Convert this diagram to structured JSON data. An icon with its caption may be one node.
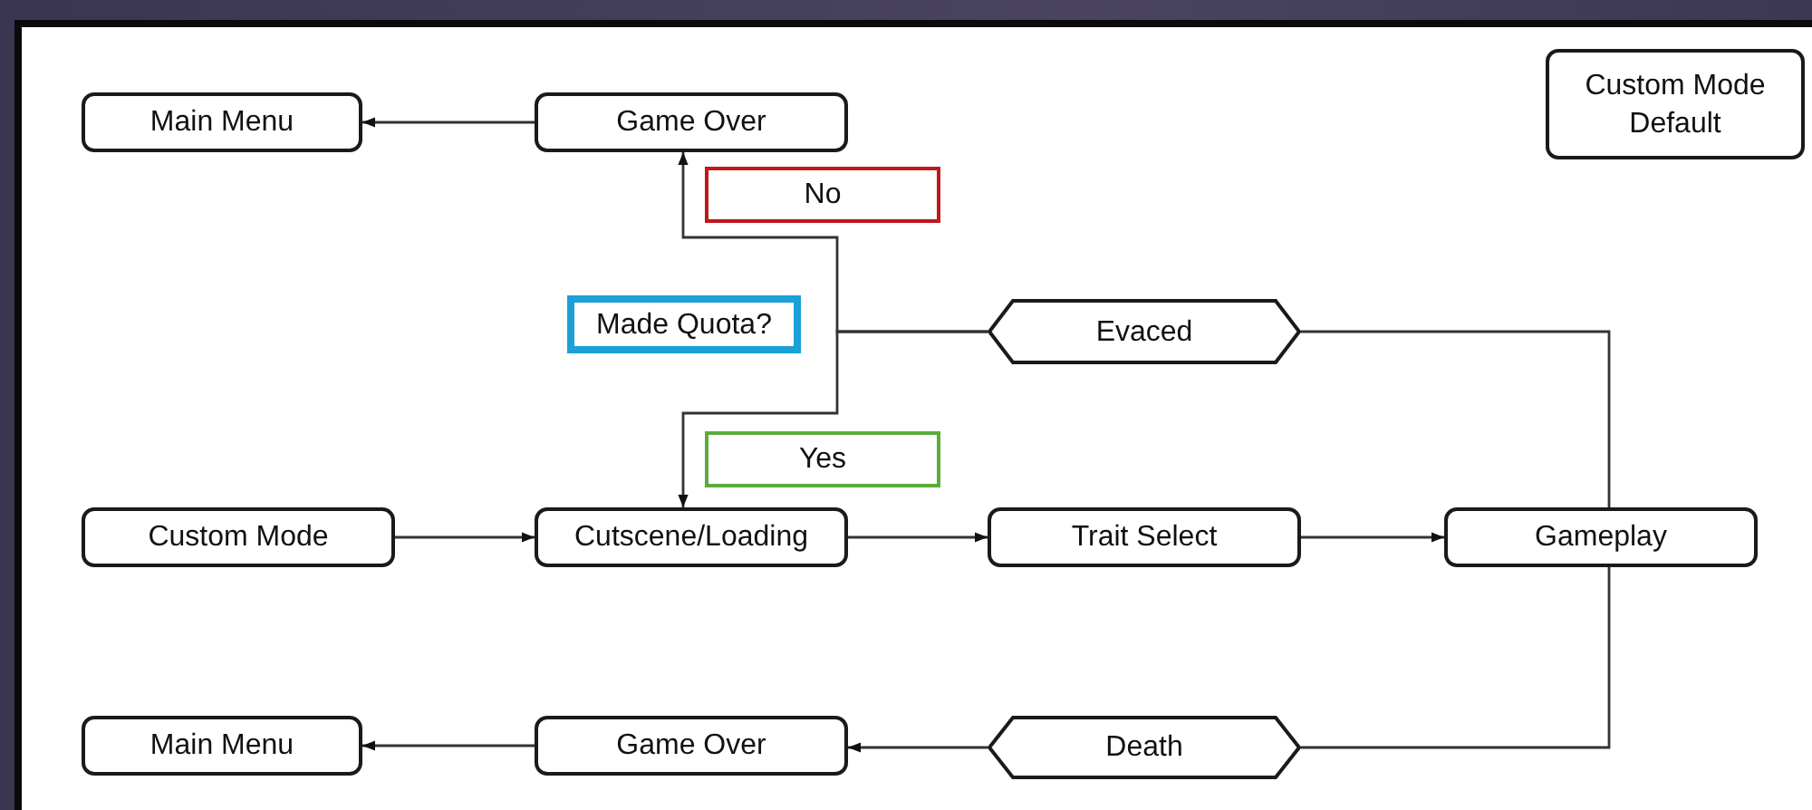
{
  "diagram": {
    "nodes": [
      {
        "text": [
          "Main Menu"
        ]
      },
      {
        "text": [
          "Game Over"
        ]
      },
      {
        "text": [
          "Custom Mode Default"
        ]
      },
      {
        "text": [
          "No"
        ]
      },
      {
        "text": [
          "Made Quota?"
        ]
      },
      {
        "text": [
          "Evaced"
        ]
      },
      {
        "text": [
          "Yes"
        ]
      },
      {
        "text": [
          "Custom Mode"
        ]
      },
      {
        "text": [
          "Cutscene/Loading"
        ]
      },
      {
        "text": [
          "Trait Select"
        ]
      },
      {
        "text": [
          "Gameplay"
        ]
      },
      {
        "text": [
          "Main Menu"
        ]
      },
      {
        "text": [
          "Game Over"
        ]
      },
      {
        "text": [
          "Death"
        ]
      }
    ],
    "edges": [
      {
        "from": 1,
        "to": 0,
        "arrow": "to"
      },
      {
        "from": 7,
        "to": 8,
        "arrow": "to"
      },
      {
        "from": 8,
        "to": 9,
        "arrow": "to"
      },
      {
        "from": 9,
        "to": 10,
        "arrow": "to"
      },
      {
        "from": 10,
        "to": 5,
        "arrow": "none"
      },
      {
        "from": 10,
        "to": 13,
        "arrow": "none"
      },
      {
        "from": 13,
        "to": 12,
        "arrow": "to"
      },
      {
        "from": 12,
        "to": 11,
        "arrow": "to"
      },
      {
        "from": 5,
        "to": 1,
        "arrow": "to"
      },
      {
        "from": 5,
        "to": 8,
        "arrow": "to"
      }
    ]
  }
}
